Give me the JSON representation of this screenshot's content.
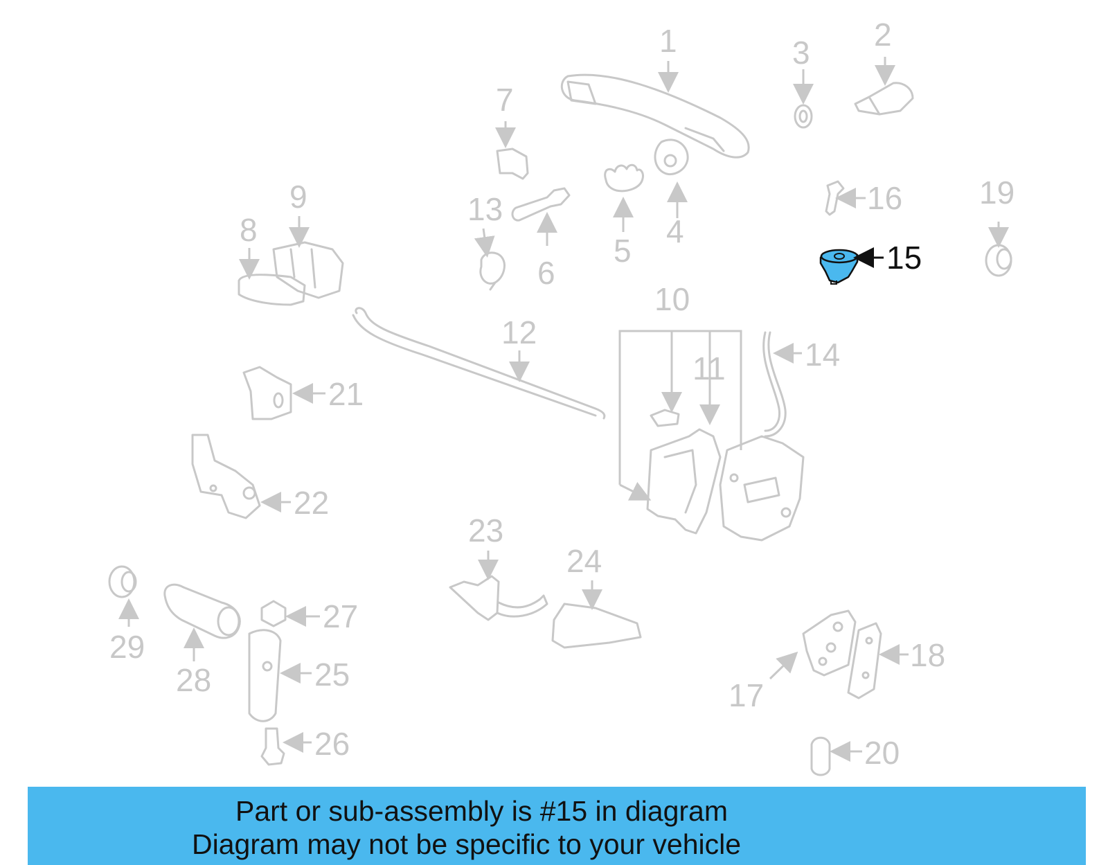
{
  "highlight_part": "15",
  "highlight_color": "#4ab8ee",
  "line_color": "#c8c8c8",
  "labels": {
    "p1": "1",
    "p2": "2",
    "p3": "3",
    "p4": "4",
    "p5": "5",
    "p6": "6",
    "p7": "7",
    "p8": "8",
    "p9": "9",
    "p10": "10",
    "p11": "11",
    "p12": "12",
    "p13": "13",
    "p14": "14",
    "p15": "15",
    "p16": "16",
    "p17": "17",
    "p18": "18",
    "p19": "19",
    "p20": "20",
    "p21": "21",
    "p22": "22",
    "p23": "23",
    "p24": "24",
    "p25": "25",
    "p26": "26",
    "p27": "27",
    "p28": "28",
    "p29": "29"
  },
  "banner": {
    "line1": "Part or sub-assembly is #15 in diagram",
    "line2": "Diagram may not be specific to your vehicle"
  }
}
